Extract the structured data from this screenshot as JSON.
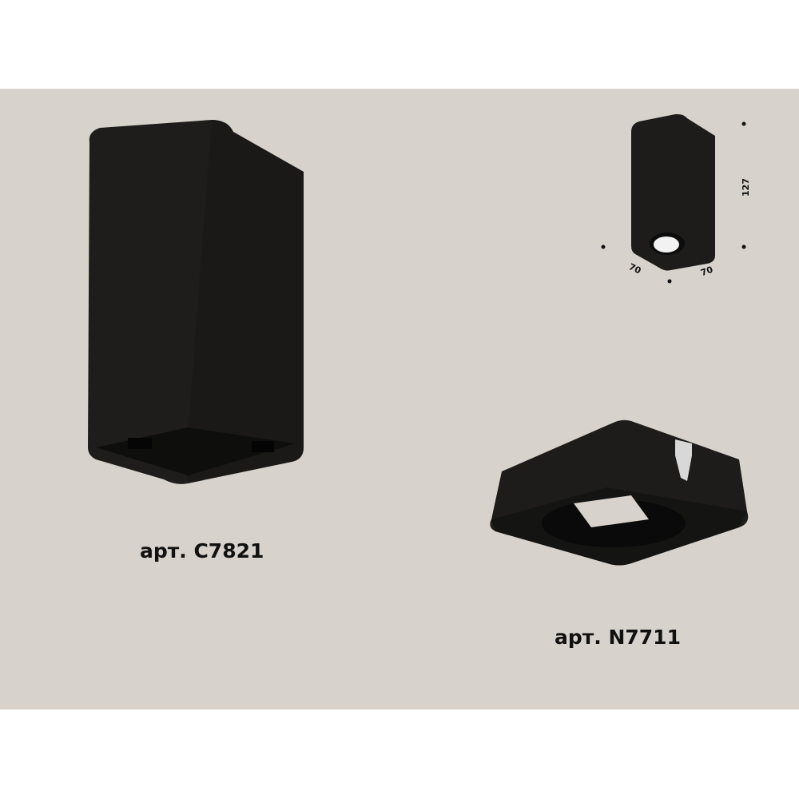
{
  "products": [
    {
      "article_label": "арт. C7821"
    },
    {
      "article_label": "арт. N7711"
    }
  ],
  "dimensions": {
    "height": "127",
    "width": "70",
    "depth": "70"
  },
  "colors": {
    "background": "#d7d3cc",
    "body": "#1c1b19"
  }
}
